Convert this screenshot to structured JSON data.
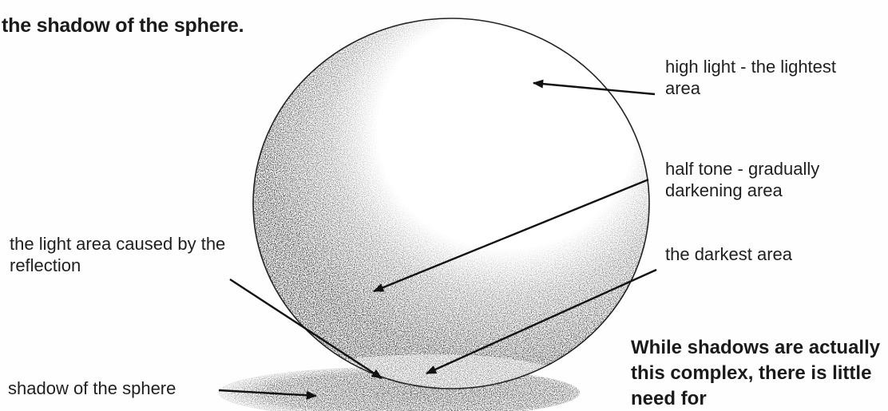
{
  "top_caption": "the shadow of the sphere.",
  "labels": {
    "highlight": "high light - the lightest area",
    "halftone": "half tone - gradually darkening area",
    "darkest": "the darkest area",
    "reflection": "the light area caused by the reflection",
    "shadow": "shadow of the sphere"
  },
  "bottom_caption": "While shadows are actually this complex, there is little need for"
}
